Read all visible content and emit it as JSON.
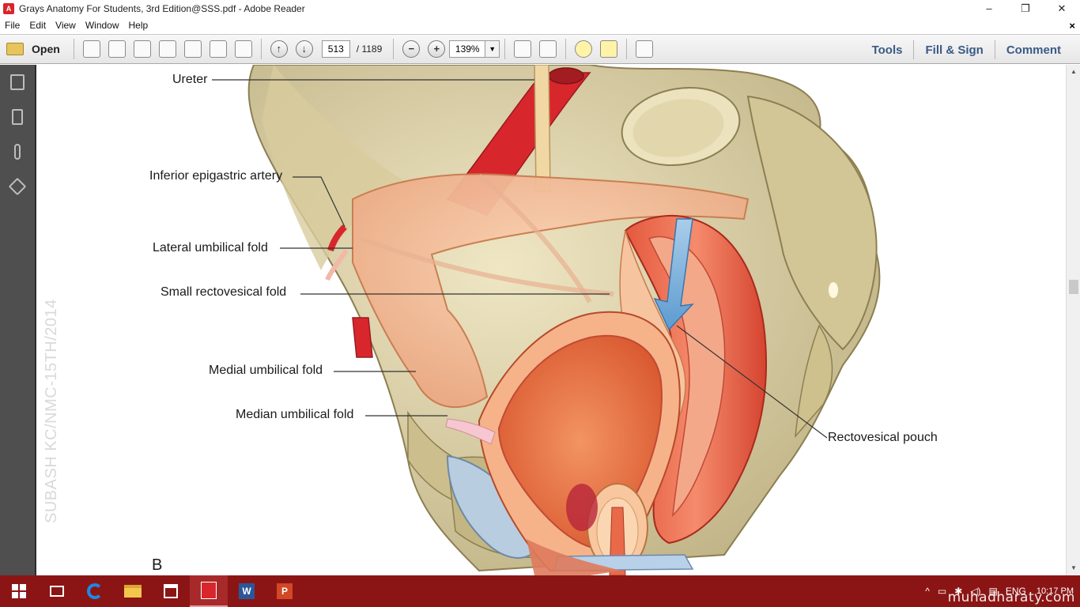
{
  "window": {
    "title": "Grays Anatomy For Students, 3rd Edition@SSS.pdf - Adobe Reader",
    "controls": {
      "minimize": "–",
      "restore": "❐",
      "close": "✕"
    }
  },
  "menu": {
    "items": [
      "File",
      "Edit",
      "View",
      "Window",
      "Help"
    ],
    "close_doc": "×"
  },
  "toolbar": {
    "open_label": "Open",
    "page_current": "513",
    "page_total": "/ 1189",
    "zoom_value": "139%",
    "zoom_dropdown": "▼",
    "zoom_out": "−",
    "zoom_in": "+",
    "prev_page": "↑",
    "next_page": "↓",
    "right_links": {
      "tools": "Tools",
      "fill_sign": "Fill & Sign",
      "comment": "Comment"
    }
  },
  "document": {
    "labels": {
      "ureter": "Ureter",
      "inferior_epigastric_artery": "Inferior epigastric artery",
      "lateral_umbilical_fold": "Lateral umbilical fold",
      "small_rectovesical_fold": "Small rectovesical fold",
      "medial_umbilical_fold": "Medial umbilical fold",
      "median_umbilical_fold": "Median umbilical fold",
      "rectovesical_pouch": "Rectovesical pouch",
      "figure_letter": "B"
    },
    "watermark": "SUBASH KC/NMC-15TH/2014"
  },
  "scrollbar": {
    "up": "▲",
    "down": "▼"
  },
  "taskbar": {
    "tray": {
      "up_arrow": "^",
      "ime": "ENG",
      "time": "10:17 PM"
    },
    "watermark": "muhadharaty.com"
  }
}
